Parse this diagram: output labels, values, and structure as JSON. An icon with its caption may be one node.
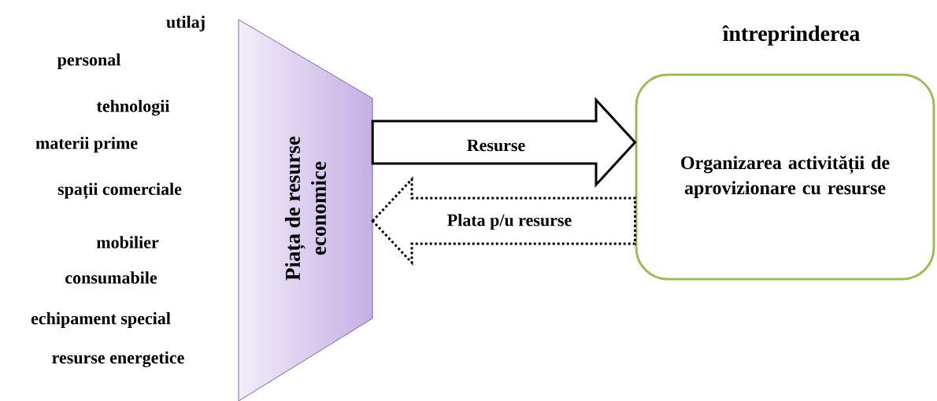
{
  "diagram": {
    "nodes": [
      {
        "text": [
          "Piața de resurse economice"
        ]
      },
      {
        "text": [
          "întreprinderea",
          "Organizarea activității de aprovizionare cu resurse"
        ]
      }
    ],
    "edges": [
      {
        "from": 0,
        "to": 1,
        "arrow": "to",
        "label": "Resurse",
        "style": "thick"
      },
      {
        "from": 1,
        "to": 0,
        "arrow": "to",
        "label": "Plata p/u resurse",
        "style": "dashed"
      }
    ],
    "labels": [
      "utilaj",
      "personal",
      "tehnologii",
      "materii prime",
      "spații comerciale",
      "mobilier",
      "consumabile",
      "echipament special",
      "resurse energetice"
    ]
  }
}
